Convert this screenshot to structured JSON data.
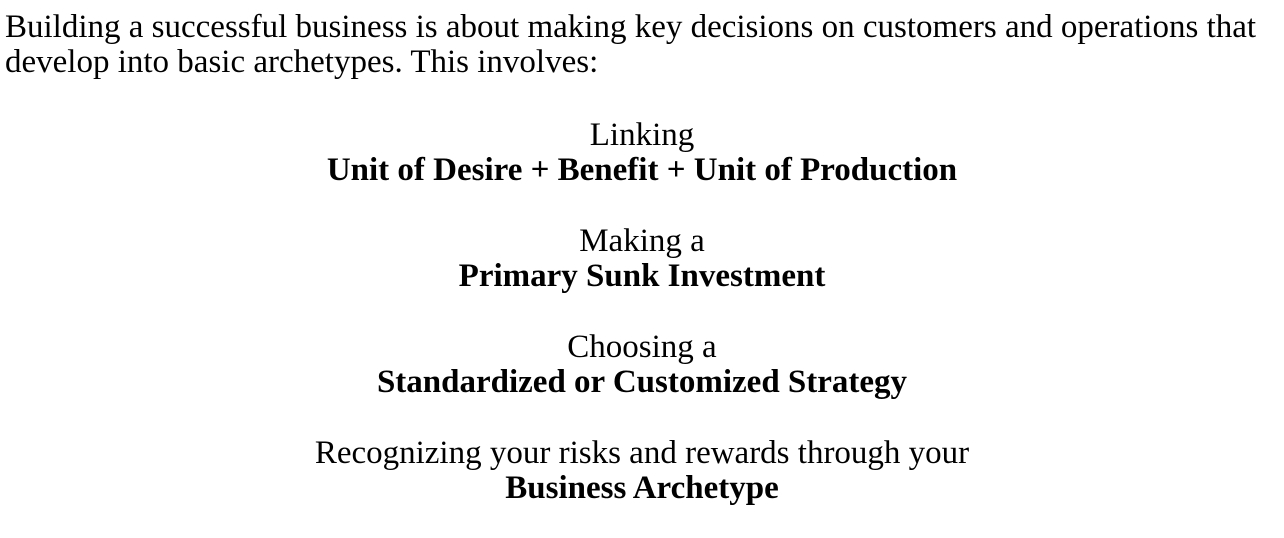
{
  "intro": "Building a successful business is about making key decisions on customers and operations that develop into basic archetypes. This involves:",
  "steps": [
    {
      "lead": "Linking",
      "key": "Unit of Desire + Benefit + Unit of Production"
    },
    {
      "lead": "Making a",
      "key": "Primary Sunk Investment"
    },
    {
      "lead": "Choosing a",
      "key": "Standardized or Customized Strategy"
    },
    {
      "lead": "Recognizing your risks and rewards through your",
      "key": "Business Archetype"
    }
  ]
}
